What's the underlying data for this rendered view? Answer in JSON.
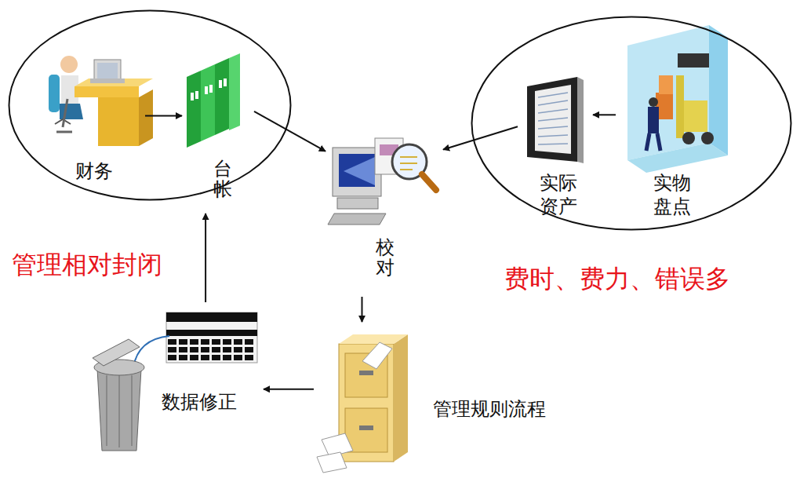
{
  "diagram": {
    "nodes": [
      {
        "text": []
      },
      {
        "text": [
          "财务"
        ],
        "in": 0
      },
      {
        "text": [
          "台帐"
        ],
        "in": 0
      },
      {
        "text": [
          "校对"
        ]
      },
      {
        "text": []
      },
      {
        "text": [
          "实际资产"
        ],
        "in": 4
      },
      {
        "text": [
          "实物盘点"
        ],
        "in": 4
      },
      {
        "text": [
          "管理规则流程"
        ]
      },
      {
        "text": [
          "数据修正"
        ]
      }
    ],
    "edges": [
      {
        "from": 1,
        "to": 2,
        "arrow": "to"
      },
      {
        "from": 2,
        "to": 3,
        "arrow": "to"
      },
      {
        "from": 6,
        "to": 5,
        "arrow": "to"
      },
      {
        "from": 5,
        "to": 3,
        "arrow": "to"
      },
      {
        "from": 3,
        "to": 7,
        "arrow": "to"
      },
      {
        "from": 7,
        "to": 8,
        "arrow": "to"
      },
      {
        "from": 8,
        "to": 2,
        "arrow": "to"
      }
    ],
    "labels": [
      "管理相对封闭",
      "费时、费力、错误多"
    ]
  }
}
